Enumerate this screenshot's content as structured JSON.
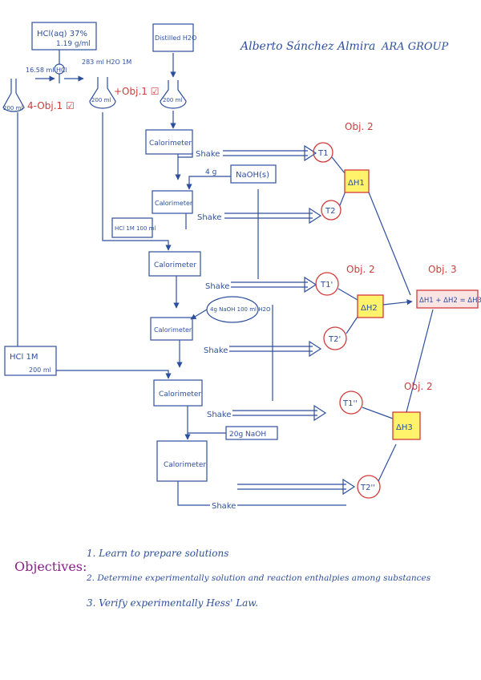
{
  "header": {
    "author": "Alberto Sánchez Almira",
    "group": "ARA GROUP"
  },
  "reagents": {
    "hcl_stock_line1": "HCl(aq) 37%",
    "hcl_stock_line2": "1.19 g/ml",
    "water": "Distilled H2O",
    "vol_hcl": "16.58 ml HCl",
    "vol_water": "283 ml H2O 1M",
    "flask_small": "200 ml",
    "flask_mid": "200 ml",
    "flask_water": "200 ml",
    "naoh_solid": "NaOH(s)",
    "naoh_mass1": "4 g",
    "naoh_mass2": "20g NaOH",
    "naoh_sol": "4g NaOH 100 ml H2O",
    "hcl_sol1": "HCl 1M 100 ml",
    "hcl_sol2_line1": "HCl 1M",
    "hcl_sol2_line2": "200 ml"
  },
  "objective_tags": {
    "obj1a": "4-Obj.1 ☑",
    "obj1b": "+Obj.1 ☑",
    "obj2a": "Obj. 2",
    "obj2b": "Obj. 2",
    "obj2c": "Obj. 2",
    "obj3": "Obj. 3"
  },
  "process": {
    "calorimeter": "Calorimeter",
    "shake": "Shake"
  },
  "temperatures": {
    "t1": "T1",
    "t2": "T2",
    "t1p": "T1'",
    "t2p": "T2'",
    "t1pp": "T1''",
    "t2pp": "T2''"
  },
  "enthalpies": {
    "dh1": "ΔH1",
    "dh2": "ΔH2",
    "dh3": "ΔH3",
    "result": "ΔH1 + ΔH2 = ΔH3"
  },
  "objectives": {
    "heading": "Objectives:",
    "items": [
      "1. Learn to prepare solutions",
      "2. Determine experimentally solution and reaction enthalpies among substances",
      "3. Verify experimentally Hess' Law."
    ]
  },
  "colors": {
    "ink_blue": "#2e4f9e",
    "ink_red": "#d23a3a",
    "ink_purple": "#8a1f8a",
    "highlight_yellow": "#fff36b"
  }
}
